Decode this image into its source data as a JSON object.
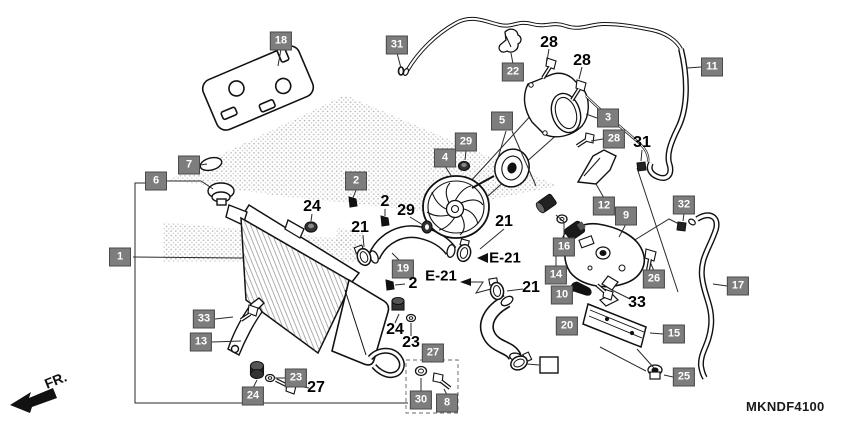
{
  "figure": {
    "code": "MKNDF4100",
    "front_label": "FR."
  },
  "callouts": {
    "boxed": [
      {
        "text": "18"
      },
      {
        "text": "31"
      },
      {
        "text": "22"
      },
      {
        "text": "11"
      },
      {
        "text": "3"
      },
      {
        "text": "5"
      },
      {
        "text": "28"
      },
      {
        "text": "29"
      },
      {
        "text": "4"
      },
      {
        "text": "7"
      },
      {
        "text": "6"
      },
      {
        "text": "2"
      },
      {
        "text": "32"
      },
      {
        "text": "12"
      },
      {
        "text": "9"
      },
      {
        "text": "16"
      },
      {
        "text": "1"
      },
      {
        "text": "19"
      },
      {
        "text": "14"
      },
      {
        "text": "26"
      },
      {
        "text": "17"
      },
      {
        "text": "10"
      },
      {
        "text": "33"
      },
      {
        "text": "20"
      },
      {
        "text": "15"
      },
      {
        "text": "13"
      },
      {
        "text": "27"
      },
      {
        "text": "23"
      },
      {
        "text": "25"
      },
      {
        "text": "24"
      },
      {
        "text": "30"
      },
      {
        "text": "8"
      }
    ],
    "plain": [
      {
        "text": "28"
      },
      {
        "text": "28"
      },
      {
        "text": "31"
      },
      {
        "text": "2"
      },
      {
        "text": "24"
      },
      {
        "text": "29"
      },
      {
        "text": "21"
      },
      {
        "text": "21"
      },
      {
        "text": "2"
      },
      {
        "text": "21"
      },
      {
        "text": "33"
      },
      {
        "text": "24"
      },
      {
        "text": "23"
      },
      {
        "text": "27"
      }
    ],
    "engine_refs": [
      {
        "text": "E-21"
      },
      {
        "text": "E-21"
      }
    ]
  },
  "colors": {
    "label_box_bg": "#7d7d7d",
    "label_box_border": "#4a4a4a",
    "label_text": "#ffffff",
    "line_art": "#111111",
    "stipple": "#9a9a9a"
  }
}
